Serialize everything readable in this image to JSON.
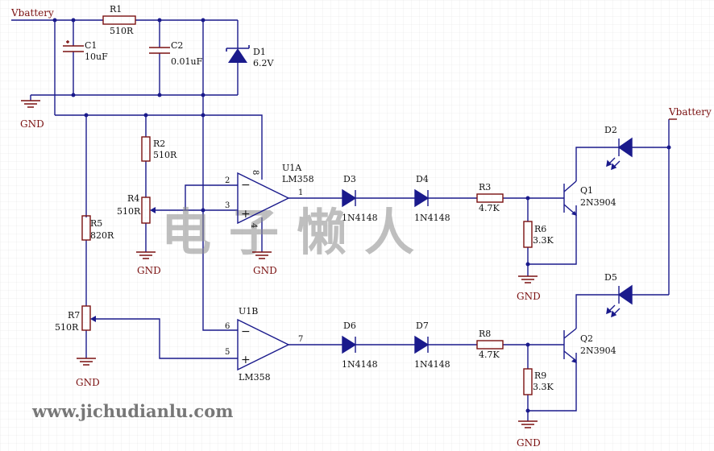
{
  "nets": {
    "vbattery_left": "Vbattery",
    "vbattery_right": "Vbattery",
    "gnd": "GND"
  },
  "components": {
    "R1": {
      "ref": "R1",
      "value": "510R"
    },
    "C1": {
      "ref": "C1",
      "value": "10uF"
    },
    "C2": {
      "ref": "C2",
      "value": "0.01uF"
    },
    "D1": {
      "ref": "D1",
      "value": "6.2V"
    },
    "R2": {
      "ref": "R2",
      "value": "510R"
    },
    "R4": {
      "ref": "R4",
      "value": "510R"
    },
    "R5": {
      "ref": "R5",
      "value": "820R"
    },
    "R7": {
      "ref": "R7",
      "value": "510R"
    },
    "U1A": {
      "ref": "U1A",
      "value": "LM358",
      "pins": [
        "2",
        "3",
        "1",
        "8",
        "4"
      ]
    },
    "U1B": {
      "ref": "U1B",
      "value": "LM358",
      "pins": [
        "6",
        "5",
        "7"
      ]
    },
    "D3": {
      "ref": "D3",
      "value": "1N4148"
    },
    "D4": {
      "ref": "D4",
      "value": "1N4148"
    },
    "D6": {
      "ref": "D6",
      "value": "1N4148"
    },
    "D7": {
      "ref": "D7",
      "value": "1N4148"
    },
    "R3": {
      "ref": "R3",
      "value": "4.7K"
    },
    "R8": {
      "ref": "R8",
      "value": "4.7K"
    },
    "R6": {
      "ref": "R6",
      "value": "3.3K"
    },
    "R9": {
      "ref": "R9",
      "value": "3.3K"
    },
    "Q1": {
      "ref": "Q1",
      "value": "2N3904"
    },
    "Q2": {
      "ref": "Q2",
      "value": "2N3904"
    },
    "D2": {
      "ref": "D2"
    },
    "D5": {
      "ref": "D5"
    }
  },
  "watermark": "电子懒人",
  "website": "www.jichudianlu.com"
}
